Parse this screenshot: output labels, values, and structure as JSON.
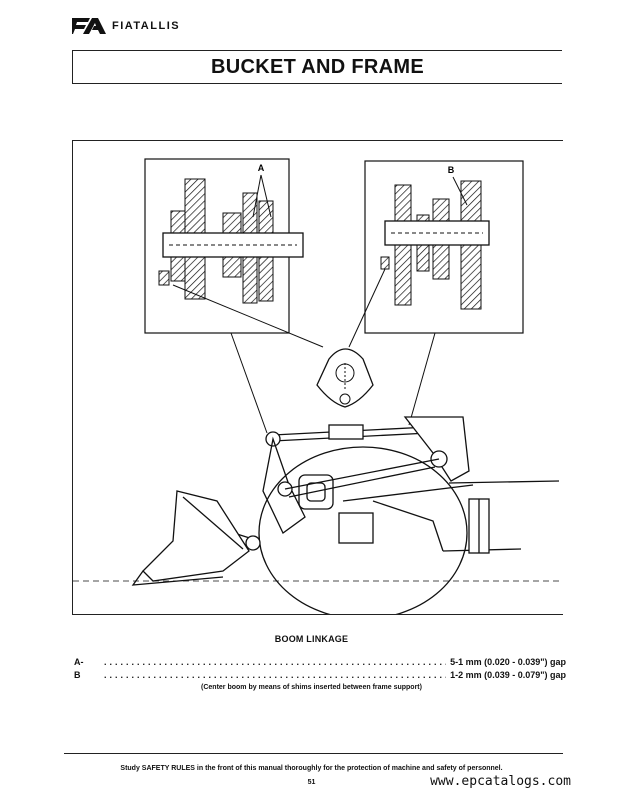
{
  "header": {
    "logo_text": "FIATALLIS",
    "title": "BUCKET AND FRAME"
  },
  "figure": {
    "callout_a": "A",
    "callout_b": "B",
    "caption": "BOOM LINKAGE"
  },
  "specs": [
    {
      "key": "A-",
      "value": "5-1 mm (0.020 - 0.039\") gap"
    },
    {
      "key": "B",
      "value": "1-2 mm (0.039 - 0.079\") gap"
    }
  ],
  "note": "(Center boom by means of shims inserted between frame support)",
  "footer": {
    "safety_text": "Study SAFETY RULES in the front of this manual thoroughly for the protection of machine and safety of personnel.",
    "page_number": "51",
    "watermark": "www.epcatalogs.com"
  }
}
